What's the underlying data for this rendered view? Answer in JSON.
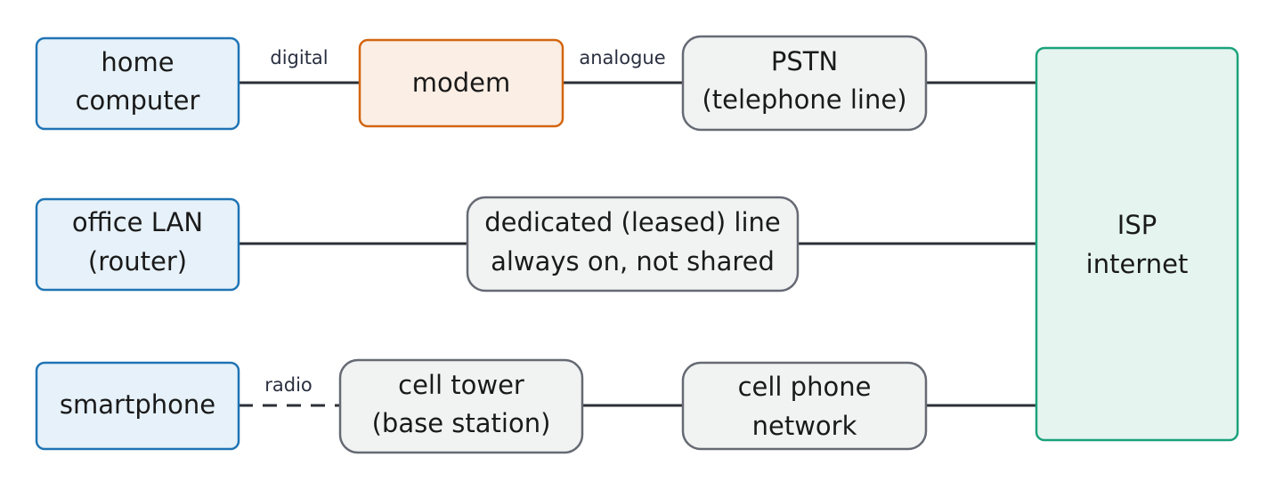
{
  "colors": {
    "device_fill": "#e6f1f9",
    "device_stroke": "#1f74b4",
    "modem_fill": "#fbeee4",
    "modem_stroke": "#d3650f",
    "network_fill": "#f1f3f3",
    "network_stroke": "#666a73",
    "isp_fill": "#e5f4ef",
    "isp_stroke": "#1aa27a",
    "line": "#2b2f36"
  },
  "nodes": {
    "home_computer": {
      "lines": [
        "home",
        "computer"
      ]
    },
    "modem": {
      "lines": [
        "modem"
      ]
    },
    "pstn": {
      "lines": [
        "PSTN",
        "(telephone line)"
      ]
    },
    "office_lan": {
      "lines": [
        "office LAN",
        "(router)"
      ]
    },
    "leased_line": {
      "lines": [
        "dedicated (leased) line",
        "always on, not shared"
      ]
    },
    "smartphone": {
      "lines": [
        "smartphone"
      ]
    },
    "cell_tower": {
      "lines": [
        "cell tower",
        "(base station)"
      ]
    },
    "cell_network": {
      "lines": [
        "cell phone",
        "network"
      ]
    },
    "isp": {
      "lines": [
        "ISP",
        "internet"
      ]
    }
  },
  "edges": {
    "digital_label": "digital",
    "analogue_label": "analogue",
    "radio_label": "radio"
  }
}
